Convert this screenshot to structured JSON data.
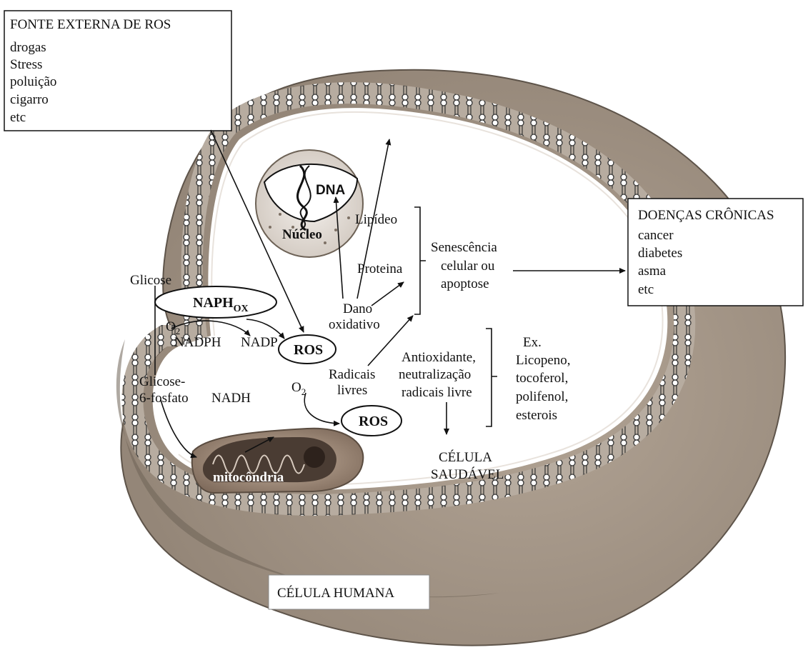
{
  "external_box": {
    "title": "FONTE EXTERNA DE ROS",
    "items": [
      "drogas",
      "Stress",
      "poluição",
      "cigarro",
      "etc"
    ]
  },
  "disease_box": {
    "title": "DOENÇAS CRÔNICAS",
    "items": [
      "cancer",
      "diabetes",
      "asma",
      "etc"
    ]
  },
  "cell_box": {
    "label": "CÉLULA  HUMANA"
  },
  "nucleus": {
    "dna": "DNA",
    "label": "Núcleo"
  },
  "mito": {
    "label": "mitocôndria"
  },
  "enzyme": {
    "main": "NAPH",
    "sub": "OX"
  },
  "ros": {
    "label1": "ROS",
    "label2": "ROS"
  },
  "labels": {
    "glicose": "Glicose",
    "o2_top": "O",
    "o2_top_sub": "2",
    "nadph": "NADPH",
    "nadp": "NADP",
    "glicose6_1": "Glicose-",
    "glicose6_2": "6-fosfato",
    "nadh": "NADH",
    "o2_low": "O",
    "o2_low_sub": "2",
    "radicais_1": "Radicais",
    "radicais_2": "livres",
    "lipideo": "Lipídeo",
    "proteina": "Proteina",
    "dano_1": "Dano",
    "dano_2": "oxidativo",
    "senescencia_1": "Senescência",
    "senescencia_2": "celular ou",
    "senescencia_3": "apoptose",
    "antiox_1": "Antioxidante,",
    "antiox_2": "neutralização",
    "antiox_3": "radicais livre",
    "ex_1": "Ex.",
    "ex_2": "Licopeno,",
    "ex_3": "tocoferol,",
    "ex_4": "polifenol,",
    "ex_5": "esterois",
    "saudavel_1": "CÉLULA",
    "saudavel_2": "SAUDÁVEL"
  },
  "colors": {
    "cell_body": "#a39383",
    "cell_dark": "#6e6256",
    "membrane": "#8a7d71",
    "interior": "#ffffff",
    "mito": "#9b8674"
  }
}
